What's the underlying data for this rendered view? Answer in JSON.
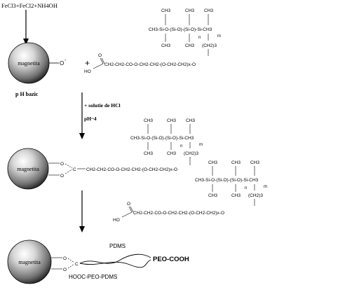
{
  "reagents": "FeCl3+FeCl2+NH4OH",
  "particle_label": "magnetita",
  "ph_basic": "p H bazic",
  "hcl_step": "+ solutie de HCl",
  "ph_4": "pH~4",
  "o_minus": "O",
  "minus_sign": "-",
  "plus": "+",
  "siloxane_top": "CH3-Si-O-(Si-O)-(Si-O)-Si-CH3",
  "methyl": "CH3",
  "index_n": "n",
  "index_m": "m",
  "ch2_3": "(CH2)3",
  "peo_chain": "CH2-CH2-CO-O-CH2-CH2-(O-CH2-CH2)x-O",
  "acid_ho": "HO",
  "acid_o": "O",
  "carboxylate_c": "C",
  "pdms": "PDMS",
  "peo_cooh": "PEO-COOH",
  "hooc_peo_pdms": "HOOC-PEO-PDMS"
}
